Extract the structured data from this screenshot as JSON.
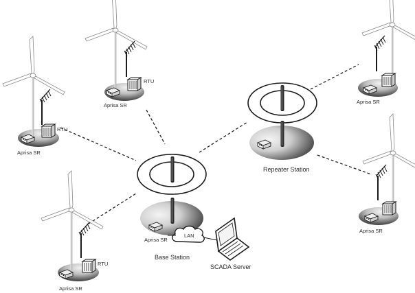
{
  "labels": {
    "aprisa": "Aprisa SR",
    "rtu": "RTU",
    "repeater": "Repeater Station",
    "base": "Base Station",
    "lan": "LAN",
    "scada": "SCADA Server"
  },
  "colors": {
    "platform_dark": "#3a3a3a",
    "platform_light": "#e8e8e8",
    "link": "#222222",
    "ring": "#1a1a1a"
  },
  "icons": [
    "wind-turbine-icon",
    "yagi-antenna-icon",
    "radio-unit-icon",
    "rtu-cabinet-icon",
    "omni-antenna-icon",
    "lan-cloud-icon",
    "laptop-icon"
  ]
}
